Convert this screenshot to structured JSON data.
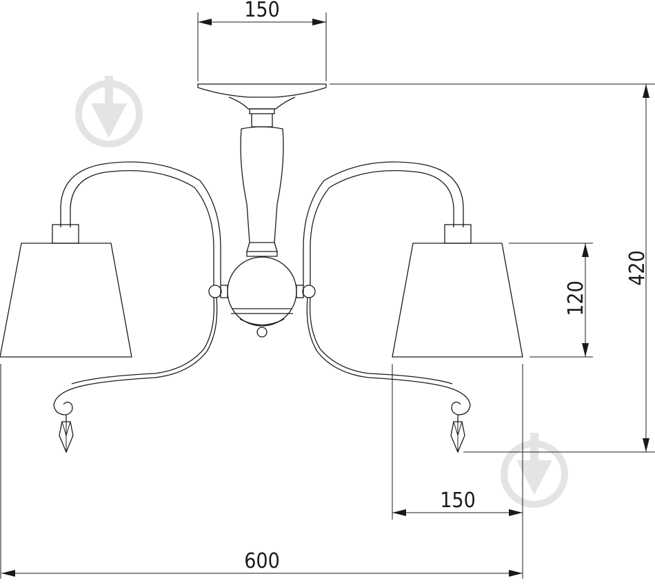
{
  "dimensions": {
    "canopy_width": "150",
    "overall_height": "420",
    "shade_height": "120",
    "shade_width": "150",
    "overall_width": "600"
  },
  "watermark_icon": "download-drop-icon",
  "colors": {
    "line": "#1a1a1a",
    "watermark": "#e4e4e4",
    "background": "#ffffff"
  }
}
